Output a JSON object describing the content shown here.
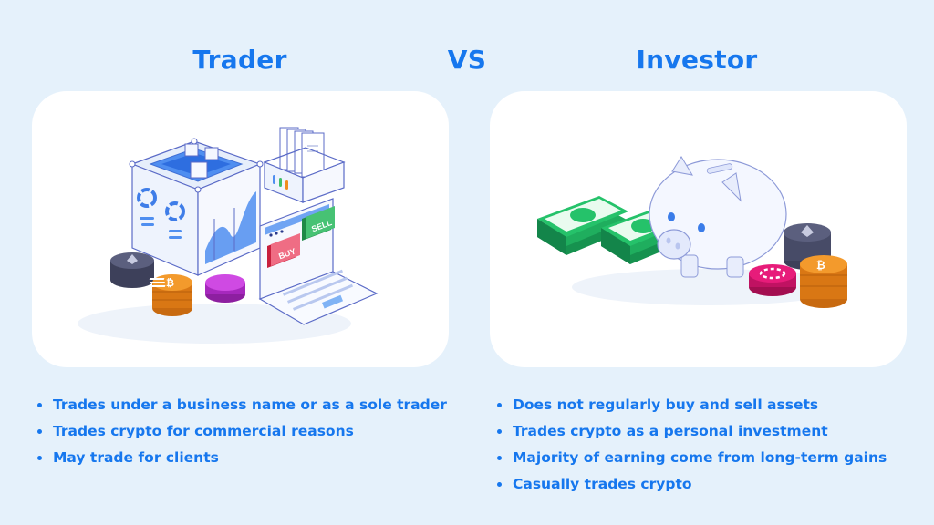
{
  "titles": {
    "left": "Trader",
    "middle": "VS",
    "right": "Investor"
  },
  "colors": {
    "background": "#e5f1fb",
    "accent": "#1677ee",
    "card": "#ffffff",
    "buy": "#ec4c68",
    "sell": "#3fbf6a",
    "bitcoin": "#f08c1e",
    "ethereum": "#4b4f6b",
    "solana": "#c53ad8",
    "polkadot": "#e0146e",
    "cash": "#25c26a"
  },
  "trader": {
    "illustration": {
      "icons": [
        "server-cube-icon",
        "document-tray-icon",
        "laptop-icon",
        "ethereum-coin-icon",
        "bitcoin-coin-icon",
        "solana-coin-icon"
      ],
      "buy_label": "BUY",
      "sell_label": "SELL"
    },
    "bullets": [
      "Trades under a business name or as a sole trader",
      "Trades crypto for commercial reasons",
      "May trade for clients"
    ]
  },
  "investor": {
    "illustration": {
      "icons": [
        "cash-stack-icon",
        "cash-stack-icon",
        "piggy-bank-icon",
        "ethereum-coin-icon",
        "polkadot-coin-icon",
        "bitcoin-coin-icon"
      ]
    },
    "bullets": [
      "Does not regularly buy and sell assets",
      "Trades crypto as a personal investment",
      "Majority of earning come from long-term gains",
      "Casually trades crypto"
    ]
  }
}
